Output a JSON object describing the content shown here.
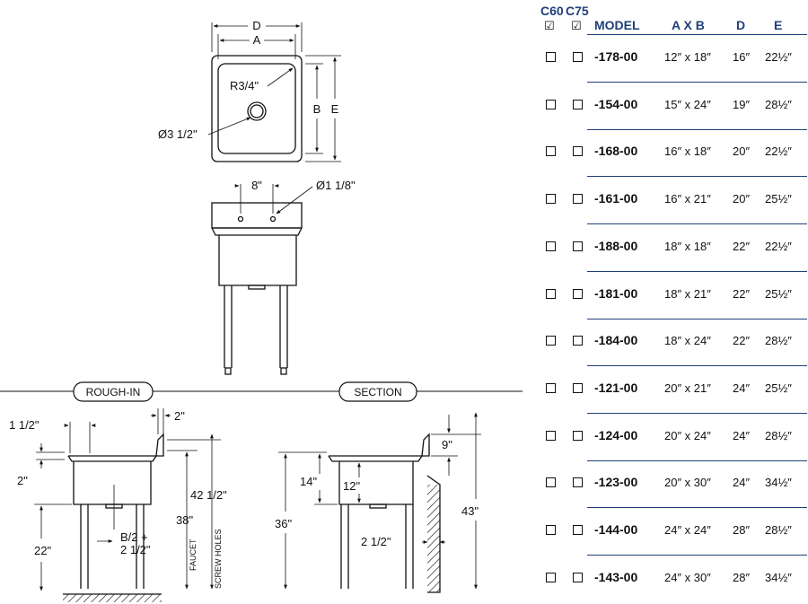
{
  "drawing": {
    "top_view": {
      "d": "D",
      "a": "A",
      "corner_radius": "R3/4\"",
      "drain": "Ø3 1/2\"",
      "b": "B",
      "e": "E"
    },
    "front_view": {
      "spacing": "8\"",
      "holes": "Ø1 1/8\""
    },
    "rough_in": {
      "title": "ROUGH-IN",
      "lip": "1 1/2\"",
      "splash": "2\"",
      "rim": "2\"",
      "height_top": "42 1/2\"",
      "height_rim": "38\"",
      "floor_to_bowl": "22\"",
      "drain_offset": "B/2 +\n2 1/2\"",
      "faucet": "FAUCET",
      "screw_holes": "SCREW HOLES"
    },
    "section": {
      "title": "SECTION",
      "bowl_depth": "14\"",
      "inner": "12\"",
      "rim_height": "36\"",
      "splash_h": "9\"",
      "overall": "43\"",
      "gap": "2 1/2\""
    }
  },
  "spec_table": {
    "series": [
      "C60",
      "C75"
    ],
    "columns": [
      "MODEL",
      "A X B",
      "D",
      "E"
    ],
    "rows": [
      {
        "model": "-178-00",
        "ab": "12″ x 18″",
        "d": "16″",
        "e": "22½″"
      },
      {
        "model": "-154-00",
        "ab": "15″ x 24″",
        "d": "19″",
        "e": "28½″"
      },
      {
        "model": "-168-00",
        "ab": "16″ x 18″",
        "d": "20″",
        "e": "22½″"
      },
      {
        "model": "-161-00",
        "ab": "16″ x 21″",
        "d": "20″",
        "e": "25½″"
      },
      {
        "model": "-188-00",
        "ab": "18″ x 18″",
        "d": "22″",
        "e": "22½″"
      },
      {
        "model": "-181-00",
        "ab": "18″ x 21″",
        "d": "22″",
        "e": "25½″"
      },
      {
        "model": "-184-00",
        "ab": "18″ x 24″",
        "d": "22″",
        "e": "28½″"
      },
      {
        "model": "-121-00",
        "ab": "20″ x 21″",
        "d": "24″",
        "e": "25½″"
      },
      {
        "model": "-124-00",
        "ab": "20″ x 24″",
        "d": "24″",
        "e": "28½″"
      },
      {
        "model": "-123-00",
        "ab": "20″ x 30″",
        "d": "24″",
        "e": "34½″"
      },
      {
        "model": "-144-00",
        "ab": "24″ x 24″",
        "d": "28″",
        "e": "28½″"
      },
      {
        "model": "-143-00",
        "ab": "24″ x 30″",
        "d": "28″",
        "e": "34½″"
      }
    ]
  }
}
